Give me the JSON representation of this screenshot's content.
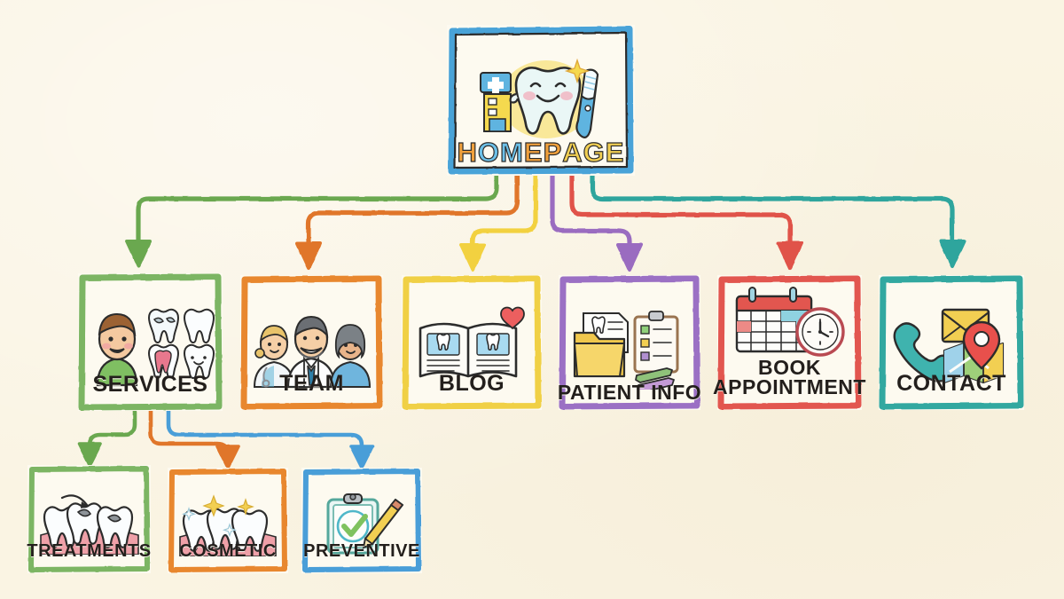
{
  "diagram": {
    "title": "Dental Practice Website Sitemap",
    "style": "hand-drawn crayon sketch on cream paper",
    "background_color": "#faf4e3"
  },
  "root": {
    "id": "homepage",
    "label": "HOMEPAGE",
    "label_letters": [
      {
        "ch": "H",
        "color": "#f0a03c"
      },
      {
        "ch": "O",
        "color": "#6cc0e8"
      },
      {
        "ch": "M",
        "color": "#6cc0e8"
      },
      {
        "ch": "E",
        "color": "#f0a03c"
      },
      {
        "ch": "P",
        "color": "#f0a03c"
      },
      {
        "ch": "A",
        "color": "#f2cf52"
      },
      {
        "ch": "G",
        "color": "#f2cf52"
      },
      {
        "ch": "E",
        "color": "#f2cf52"
      }
    ],
    "border_color": "#4aa3d8",
    "icon": "smiling-tooth-with-toothbrush-and-clinic",
    "icons": [
      "clinic-building-icon",
      "smiling-tooth-icon",
      "toothbrush-icon",
      "sparkle-icon"
    ]
  },
  "level2": [
    {
      "id": "services",
      "label": "SERVICES",
      "border_color": "#7cb563",
      "arrow_color": "#6aa84f",
      "icon": "patient-and-teeth-icon",
      "icons": [
        "smiling-patient-icon",
        "filled-tooth-icon",
        "healthy-tooth-icon",
        "tooth-cross-section-icon",
        "happy-tooth-icon"
      ]
    },
    {
      "id": "team",
      "label": "TEAM",
      "border_color": "#e8872e",
      "arrow_color": "#e0762a",
      "icon": "dental-team-icon",
      "icons": [
        "hygienist-icon",
        "dentist-icon",
        "assistant-icon"
      ]
    },
    {
      "id": "blog",
      "label": "BLOG",
      "border_color": "#f0d045",
      "arrow_color": "#f2d13f",
      "icon": "open-book-icon",
      "icons": [
        "open-book-icon",
        "tooth-icon",
        "heart-icon"
      ]
    },
    {
      "id": "patient-info",
      "label": "PATIENT INFO",
      "border_color": "#9b6fc4",
      "arrow_color": "#9a6cc0",
      "icon": "folder-and-clipboard-icon",
      "icons": [
        "folder-icon",
        "document-icon",
        "clipboard-checklist-icon",
        "pencil-icon"
      ]
    },
    {
      "id": "book-appointment",
      "label": "BOOK\nAPPOINTMENT",
      "label_line1": "BOOK",
      "label_line2": "APPOINTMENT",
      "border_color": "#e2564f",
      "arrow_color": "#e05349",
      "icon": "calendar-and-clock-icon",
      "icons": [
        "calendar-icon",
        "clock-icon"
      ]
    },
    {
      "id": "contact",
      "label": "CONTACT",
      "border_color": "#31a8a0",
      "arrow_color": "#2fa59d",
      "icon": "phone-mail-map-icon",
      "icons": [
        "phone-handset-icon",
        "envelope-icon",
        "map-pin-icon",
        "folded-map-icon"
      ]
    }
  ],
  "level3": [
    {
      "id": "treatments",
      "label": "TREATMENTS",
      "border_color": "#7cb563",
      "arrow_color": "#6aa84f",
      "parent": "services",
      "icon": "teeth-with-filling-icon",
      "icons": [
        "cavity-tooth-icon",
        "filling-arrow-icon",
        "gum-icon"
      ]
    },
    {
      "id": "cosmetic",
      "label": "COSMETIC",
      "border_color": "#e8872e",
      "arrow_color": "#e0762a",
      "parent": "services",
      "icon": "sparkling-teeth-icon",
      "icons": [
        "sparkle-icon",
        "white-tooth-icon",
        "gum-icon"
      ]
    },
    {
      "id": "preventive",
      "label": "PREVENTIVE",
      "border_color": "#4a9ed8",
      "arrow_color": "#4a9ed8",
      "parent": "services",
      "icon": "clipboard-check-and-pencil-icon",
      "icons": [
        "clipboard-icon",
        "green-check-icon",
        "pencil-icon"
      ]
    }
  ],
  "connections": [
    {
      "from": "homepage",
      "to": "services",
      "color": "#6aa84f"
    },
    {
      "from": "homepage",
      "to": "team",
      "color": "#e0762a"
    },
    {
      "from": "homepage",
      "to": "blog",
      "color": "#f2d13f"
    },
    {
      "from": "homepage",
      "to": "patient-info",
      "color": "#9a6cc0"
    },
    {
      "from": "homepage",
      "to": "book-appointment",
      "color": "#e05349"
    },
    {
      "from": "homepage",
      "to": "contact",
      "color": "#2fa59d"
    },
    {
      "from": "services",
      "to": "treatments",
      "color": "#6aa84f"
    },
    {
      "from": "services",
      "to": "cosmetic",
      "color": "#e0762a"
    },
    {
      "from": "services",
      "to": "preventive",
      "color": "#4a9ed8"
    }
  ]
}
